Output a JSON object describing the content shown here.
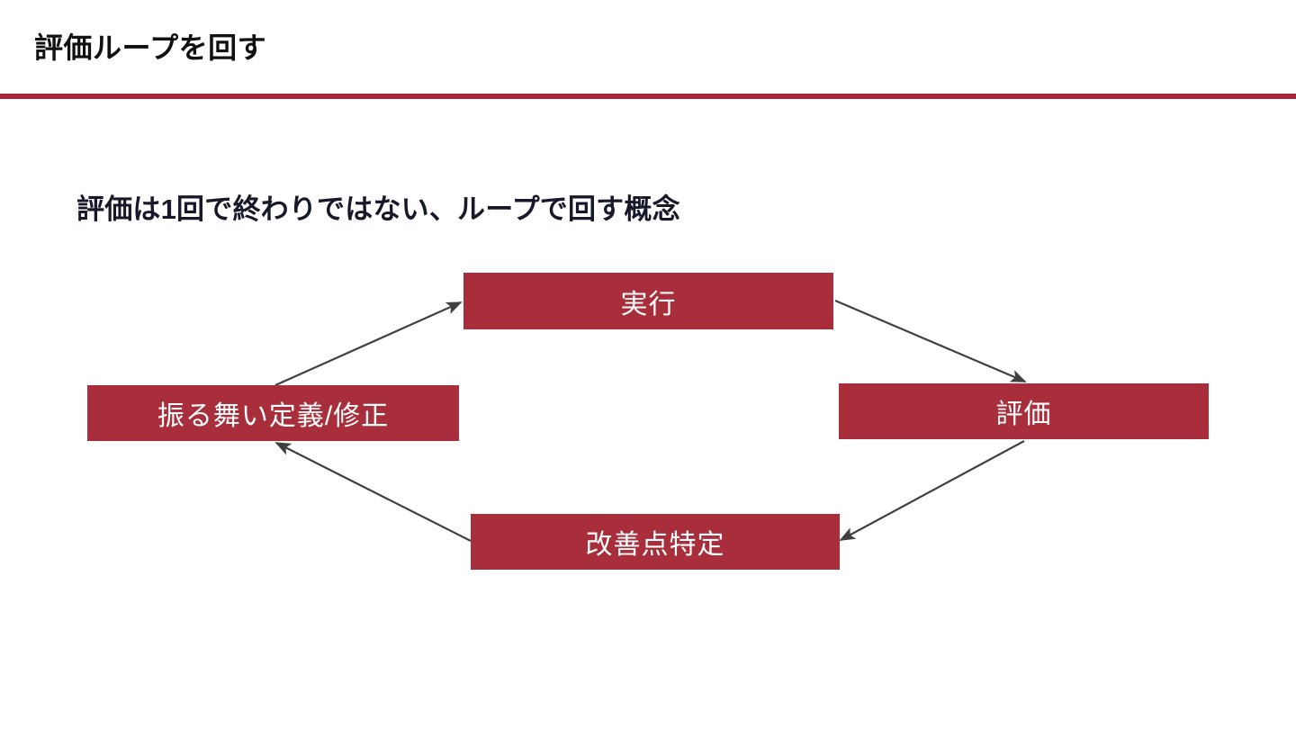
{
  "slide": {
    "title": "評価ループを回す",
    "subtitle": "評価は1回で終わりではない、ループで回す概念",
    "accent_color": "#A4283A",
    "node_fill_color": "#A92E3B",
    "node_text_color": "#FFFFFF",
    "arrow_color": "#404040",
    "background_color": "#FFFFFF",
    "title_color": "#111111",
    "subtitle_color": "#17192A"
  },
  "diagram": {
    "type": "cycle-loop",
    "nodes": [
      {
        "id": "execute",
        "label": "実行"
      },
      {
        "id": "evaluate",
        "label": "評価"
      },
      {
        "id": "improve",
        "label": "改善点特定"
      },
      {
        "id": "define",
        "label": "振る舞い定義/修正"
      }
    ],
    "edges": [
      {
        "from": "define",
        "to": "execute"
      },
      {
        "from": "execute",
        "to": "evaluate"
      },
      {
        "from": "evaluate",
        "to": "improve"
      },
      {
        "from": "improve",
        "to": "define"
      }
    ]
  }
}
